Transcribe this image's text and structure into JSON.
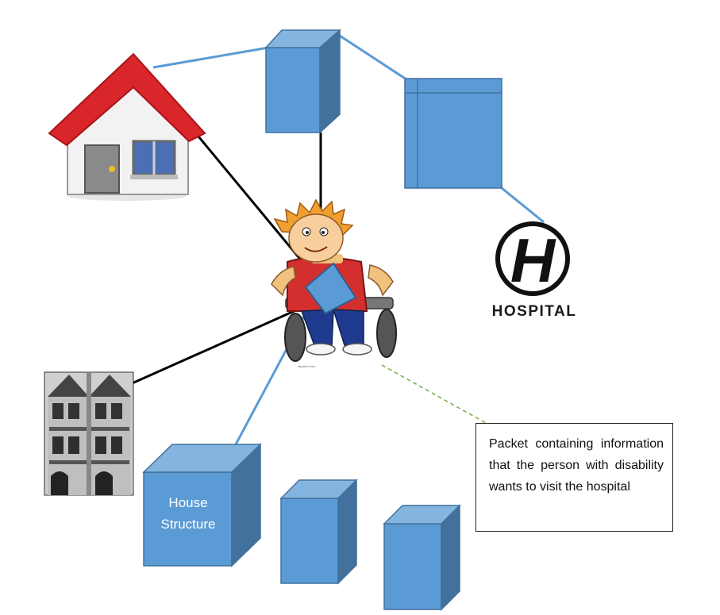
{
  "house_structure": {
    "label": "House Structure"
  },
  "hospital": {
    "logo_letter": "H",
    "name": "HOSPITAL"
  },
  "packet_note": {
    "text": "Packet containing information that the person with disability wants to visit the hospital"
  },
  "wheelchair_caption": "clipartof.com",
  "colors": {
    "cube_front": "#5b9bd5",
    "cube_top": "#84b4e0",
    "cube_side": "#41719c",
    "blue_link": "#5b9bd5",
    "black_link": "#000000",
    "dashed_link": "#70ad47",
    "roof": "#d9262b"
  }
}
